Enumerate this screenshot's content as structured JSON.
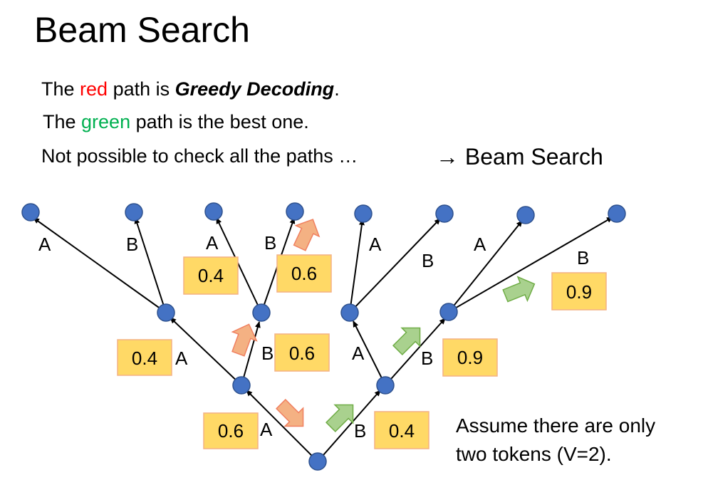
{
  "title": "Beam Search",
  "line1": {
    "before": "The ",
    "red_word": "red",
    "middle": " path is ",
    "emphasis": "Greedy Decoding",
    "after": "."
  },
  "line2": {
    "before": "The ",
    "green_word": "green",
    "after": " path is the best one."
  },
  "line3": "Not possible to check all the paths …",
  "beam_note": "→ Beam Search",
  "assumption": [
    "Assume there are only",
    "two tokens (V=2)."
  ],
  "colors": {
    "node": "#4472c4",
    "node_stroke": "#2f528f",
    "box_fill": "#ffd966",
    "box_stroke": "#f4b183",
    "red_arrow": "#f4b183",
    "red_arrow_stroke": "#f08060",
    "green_arrow": "#a9d18e",
    "green_arrow_stroke": "#70ad47",
    "red_text": "#ff0000",
    "green_text": "#00b050"
  },
  "tree": {
    "edge_labels": [
      "A",
      "B",
      "A",
      "B",
      "A",
      "B",
      "A",
      "B",
      "A",
      "B",
      "A",
      "B",
      "A",
      "B"
    ],
    "probabilities": [
      "0.6",
      "0.4",
      "0.4",
      "0.6",
      "0.9",
      "0.4",
      "0.6",
      "0.9"
    ]
  }
}
